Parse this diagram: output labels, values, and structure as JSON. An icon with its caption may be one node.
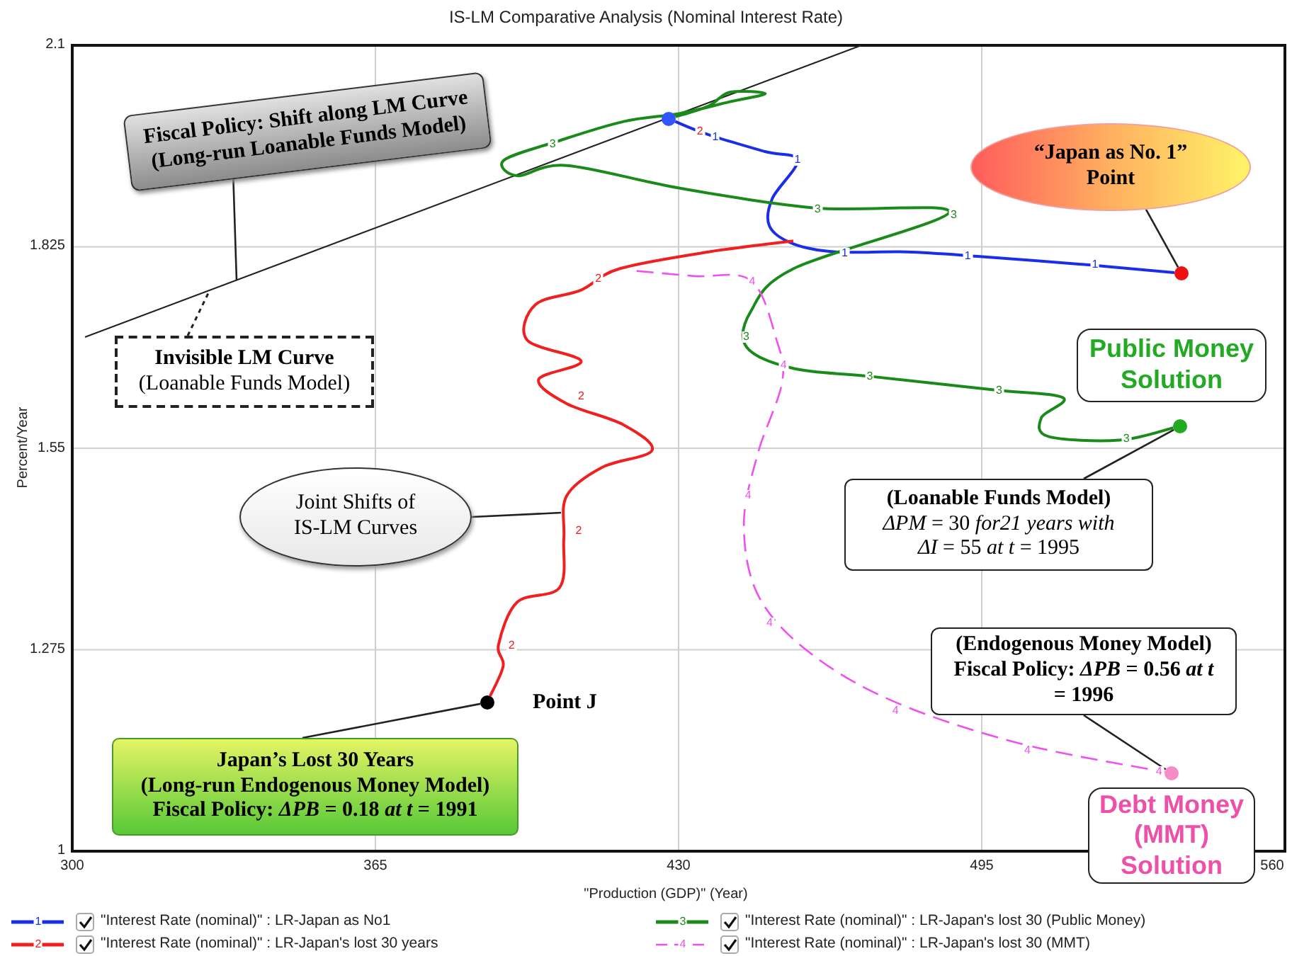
{
  "diagram": {
    "title": "IS-LM Comparative Analysis (Nominal Interest Rate)",
    "nodes": [
      {
        "text": [
          "Fiscal Policy: Shift along LM Curve (Long-run Loanable Funds Model)"
        ]
      },
      {
        "text": [],
        "shape": "circle"
      },
      {
        "text": [
          "“Japan as No. 1” Point"
        ]
      },
      {
        "text": [],
        "shape": "circle"
      },
      {
        "text": [
          "Public Money Solution"
        ]
      },
      {
        "text": [
          "Invisible LM Curve",
          "(Loanable Funds Model)"
        ]
      },
      {
        "text": [],
        "shape": "circle"
      },
      {
        "text": [
          "Joint Shifts of IS-LM Curves"
        ]
      },
      {
        "text": [
          "(Loanable Funds Model)",
          "*ΔPM* = 30 *for21 years with* *ΔI* = 55 *at t* = 1995"
        ]
      },
      {
        "text": [
          "(Endogenous Money Model)",
          "Fiscal Policy: *ΔPB* = 0.56 *at t* = 1996"
        ]
      },
      {
        "text": [],
        "shape": "circle",
        "beside": [
          "Point J"
        ]
      },
      {
        "text": [
          "Japan’s Lost 30 Years",
          "(Long-run Endogenous Money Model)",
          "Fiscal Policy: *ΔPB* = 0.18 *at t* = 1991"
        ]
      },
      {
        "text": [],
        "shape": "circle"
      },
      {
        "text": [
          "Debt Money (MMT) Solution"
        ]
      }
    ],
    "edges": [
      {
        "from": 0,
        "to": null,
        "arrow": "none"
      },
      {
        "from": 5,
        "to": null,
        "arrow": "none",
        "style": "dashed"
      },
      {
        "from": 2,
        "to": 3,
        "arrow": "none"
      },
      {
        "from": 8,
        "to": 6,
        "arrow": "none"
      },
      {
        "from": 7,
        "to": null,
        "arrow": "none"
      },
      {
        "from": 9,
        "to": 12,
        "arrow": "none"
      },
      {
        "from": 11,
        "to": 10,
        "arrow": "none"
      },
      {
        "from": 1,
        "to": 3,
        "arrow": "none",
        "color": "#1a2ee8"
      },
      {
        "from": 10,
        "to": null,
        "arrow": "none",
        "color": "#f02020"
      },
      {
        "from": 1,
        "to": 6,
        "arrow": "none",
        "color": "#1a8a1a"
      },
      {
        "from": null,
        "to": 12,
        "arrow": "none",
        "style": "dashed",
        "color": "#f050f0"
      }
    ],
    "labels": [
      "2.1",
      "1.825",
      "1.55",
      "1.275",
      "1",
      "Percent/Year",
      "1",
      "1",
      "1",
      "1",
      "1",
      "2",
      "2",
      "2",
      "2",
      "2",
      "3",
      "3",
      "3",
      "3",
      "3",
      "3",
      "3",
      "4",
      "4",
      "4",
      "4",
      "4",
      "4",
      "4",
      "300",
      "365",
      "430",
      "495",
      "560",
      "\"Production (GDP)\" (Year)",
      "1",
      "3",
      "2",
      "4"
    ],
    "legend": [
      {
        "text": "\"Interest Rate (nominal)\" : LR-Japan as No1"
      },
      {
        "text": "\"Interest Rate (nominal)\" : LR-Japan's lost 30 (Public Money)"
      },
      {
        "text": "\"Interest Rate (nominal)\" : LR-Japan's lost 30 years"
      },
      {
        "text": "\"Interest Rate (nominal)\" : LR-Japan's lost 30 (MMT)"
      }
    ]
  }
}
